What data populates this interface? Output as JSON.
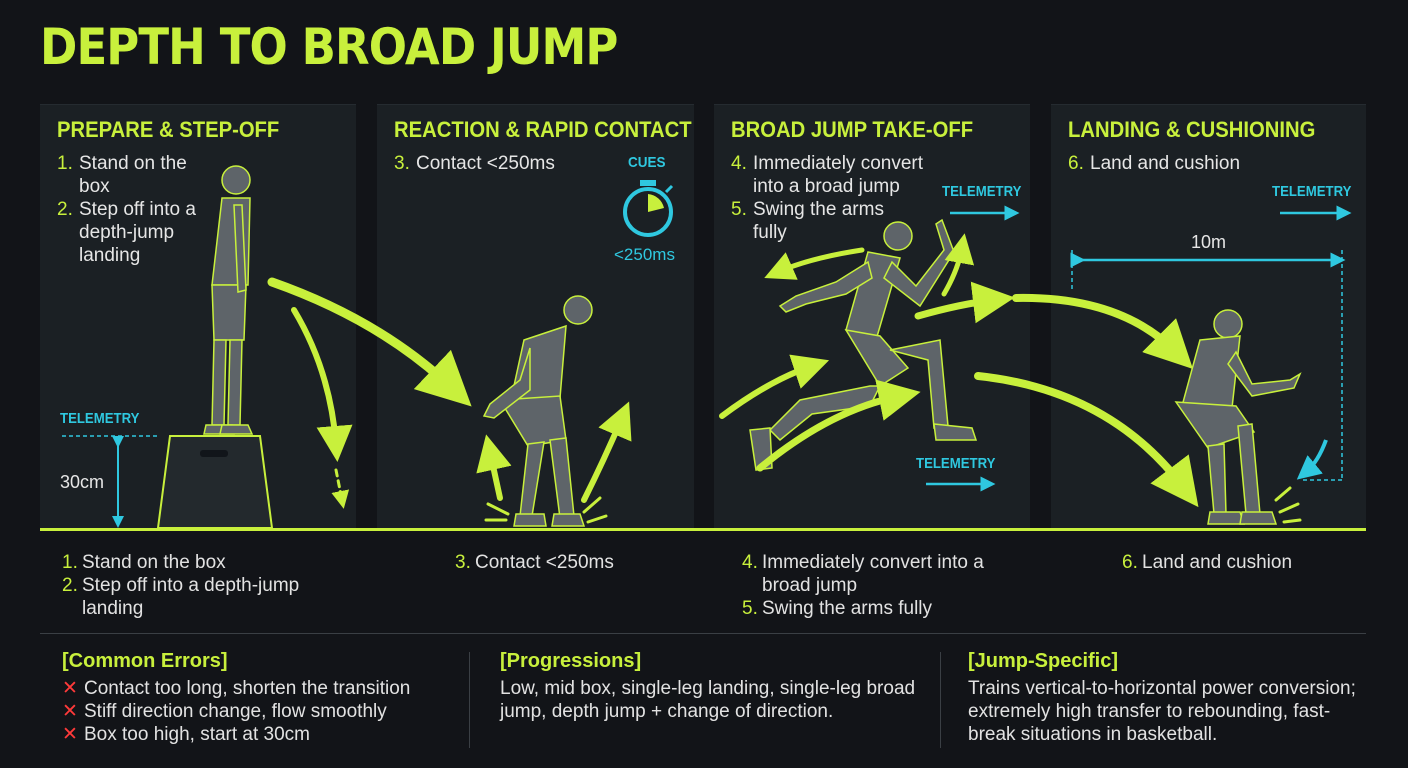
{
  "title": "DEPTH TO BROAD JUMP",
  "panels": [
    {
      "heading": "PREPARE & STEP-OFF",
      "steps": [
        {
          "num": "1.",
          "text": "Stand on the box"
        },
        {
          "num": "2.",
          "text": "Step off into a depth-jump landing"
        }
      ]
    },
    {
      "heading": "REACTION & RAPID CONTACT",
      "steps": [
        {
          "num": "3.",
          "text": "Contact <250ms"
        }
      ]
    },
    {
      "heading": "BROAD JUMP TAKE-OFF",
      "steps": [
        {
          "num": "4.",
          "text": "Immediately convert into a broad jump"
        },
        {
          "num": "5.",
          "text": "Swing the arms fully"
        }
      ]
    },
    {
      "heading": "LANDING & CUSHIONING",
      "steps": [
        {
          "num": "6.",
          "text": "Land and cushion"
        }
      ]
    }
  ],
  "annotations": {
    "telemetry": "TELEMETRY",
    "box_height": "30cm",
    "cues": "CUES",
    "contact_time": "<250ms",
    "distance": "10m"
  },
  "bottom_steps": [
    [
      {
        "num": "1.",
        "text": "Stand on the box"
      },
      {
        "num": "2.",
        "text": "Step off into a depth-jump landing"
      }
    ],
    [
      {
        "num": "3.",
        "text": "Contact <250ms"
      }
    ],
    [
      {
        "num": "4.",
        "text": "Immediately convert into a broad jump"
      },
      {
        "num": "5.",
        "text": "Swing the arms fully"
      }
    ],
    [
      {
        "num": "6.",
        "text": "Land and cushion"
      }
    ]
  ],
  "info": {
    "errors": {
      "heading": "[Common Errors]",
      "items": [
        "Contact too long, shorten the transition",
        "Stiff direction change, flow smoothly",
        "Box too high, start at 30cm"
      ],
      "mark": "✕"
    },
    "progressions": {
      "heading": "[Progressions]",
      "text": "Low, mid box, single-leg landing, single-leg broad jump, depth jump + change of direction."
    },
    "specific": {
      "heading": "[Jump-Specific]",
      "text": "Trains vertical-to-horizontal power conversion; extremely high transfer to rebounding, fast-break situations in basketball."
    }
  },
  "colors": {
    "accent": "#c8f03c",
    "telemetry": "#2fc8e0",
    "error": "#ff3a3a",
    "background": "#121418",
    "panel": "#1b2024"
  }
}
